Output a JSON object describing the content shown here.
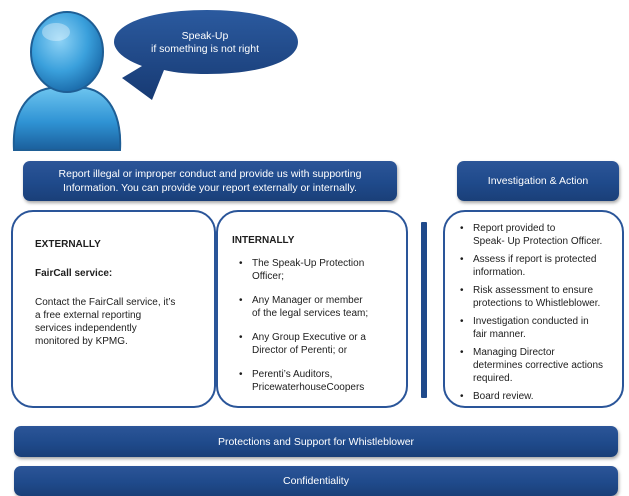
{
  "bubble": {
    "line1": "Speak-Up",
    "line2": "if something is not right"
  },
  "report_banner": {
    "line1": "Report illegal or improper conduct and provide us with supporting",
    "line2": "Information.  You can provide your report externally or internally."
  },
  "investigation_banner": "Investigation & Action",
  "externally": {
    "heading": "EXTERNALLY",
    "subheading": "FairCall service:",
    "lines": [
      "Contact the FairCall service, it’s",
      "a free external reporting",
      "services independently",
      "monitored by KPMG."
    ]
  },
  "internally": {
    "heading": "INTERNALLY",
    "items": [
      [
        "The Speak-Up Protection",
        "Officer;"
      ],
      [
        "Any Manager or member",
        "of the legal services team;"
      ],
      [
        "Any Group Executive or a",
        "Director of Perenti; or"
      ],
      [
        "Perenti’s Auditors,",
        "PricewaterhouseCoopers"
      ]
    ]
  },
  "actions": {
    "items": [
      [
        "Report provided to",
        "Speak- Up Protection Officer."
      ],
      [
        "Assess if report is protected",
        "information."
      ],
      [
        "Risk assessment to ensure",
        "protections to Whistleblower."
      ],
      [
        "Investigation conducted in",
        "fair manner."
      ],
      [
        "Managing Director",
        "determines corrective actions",
        "required."
      ],
      [
        "Board review."
      ]
    ]
  },
  "protections_banner": "Protections and Support for Whistleblower",
  "confidentiality_banner": "Confidentiality",
  "colors": {
    "navy": "#1f4a8b",
    "person_blue": "#3aa0dc",
    "border": "#2a5599"
  },
  "icons": {
    "person": "person-icon",
    "bullet": "bullet-dot"
  }
}
